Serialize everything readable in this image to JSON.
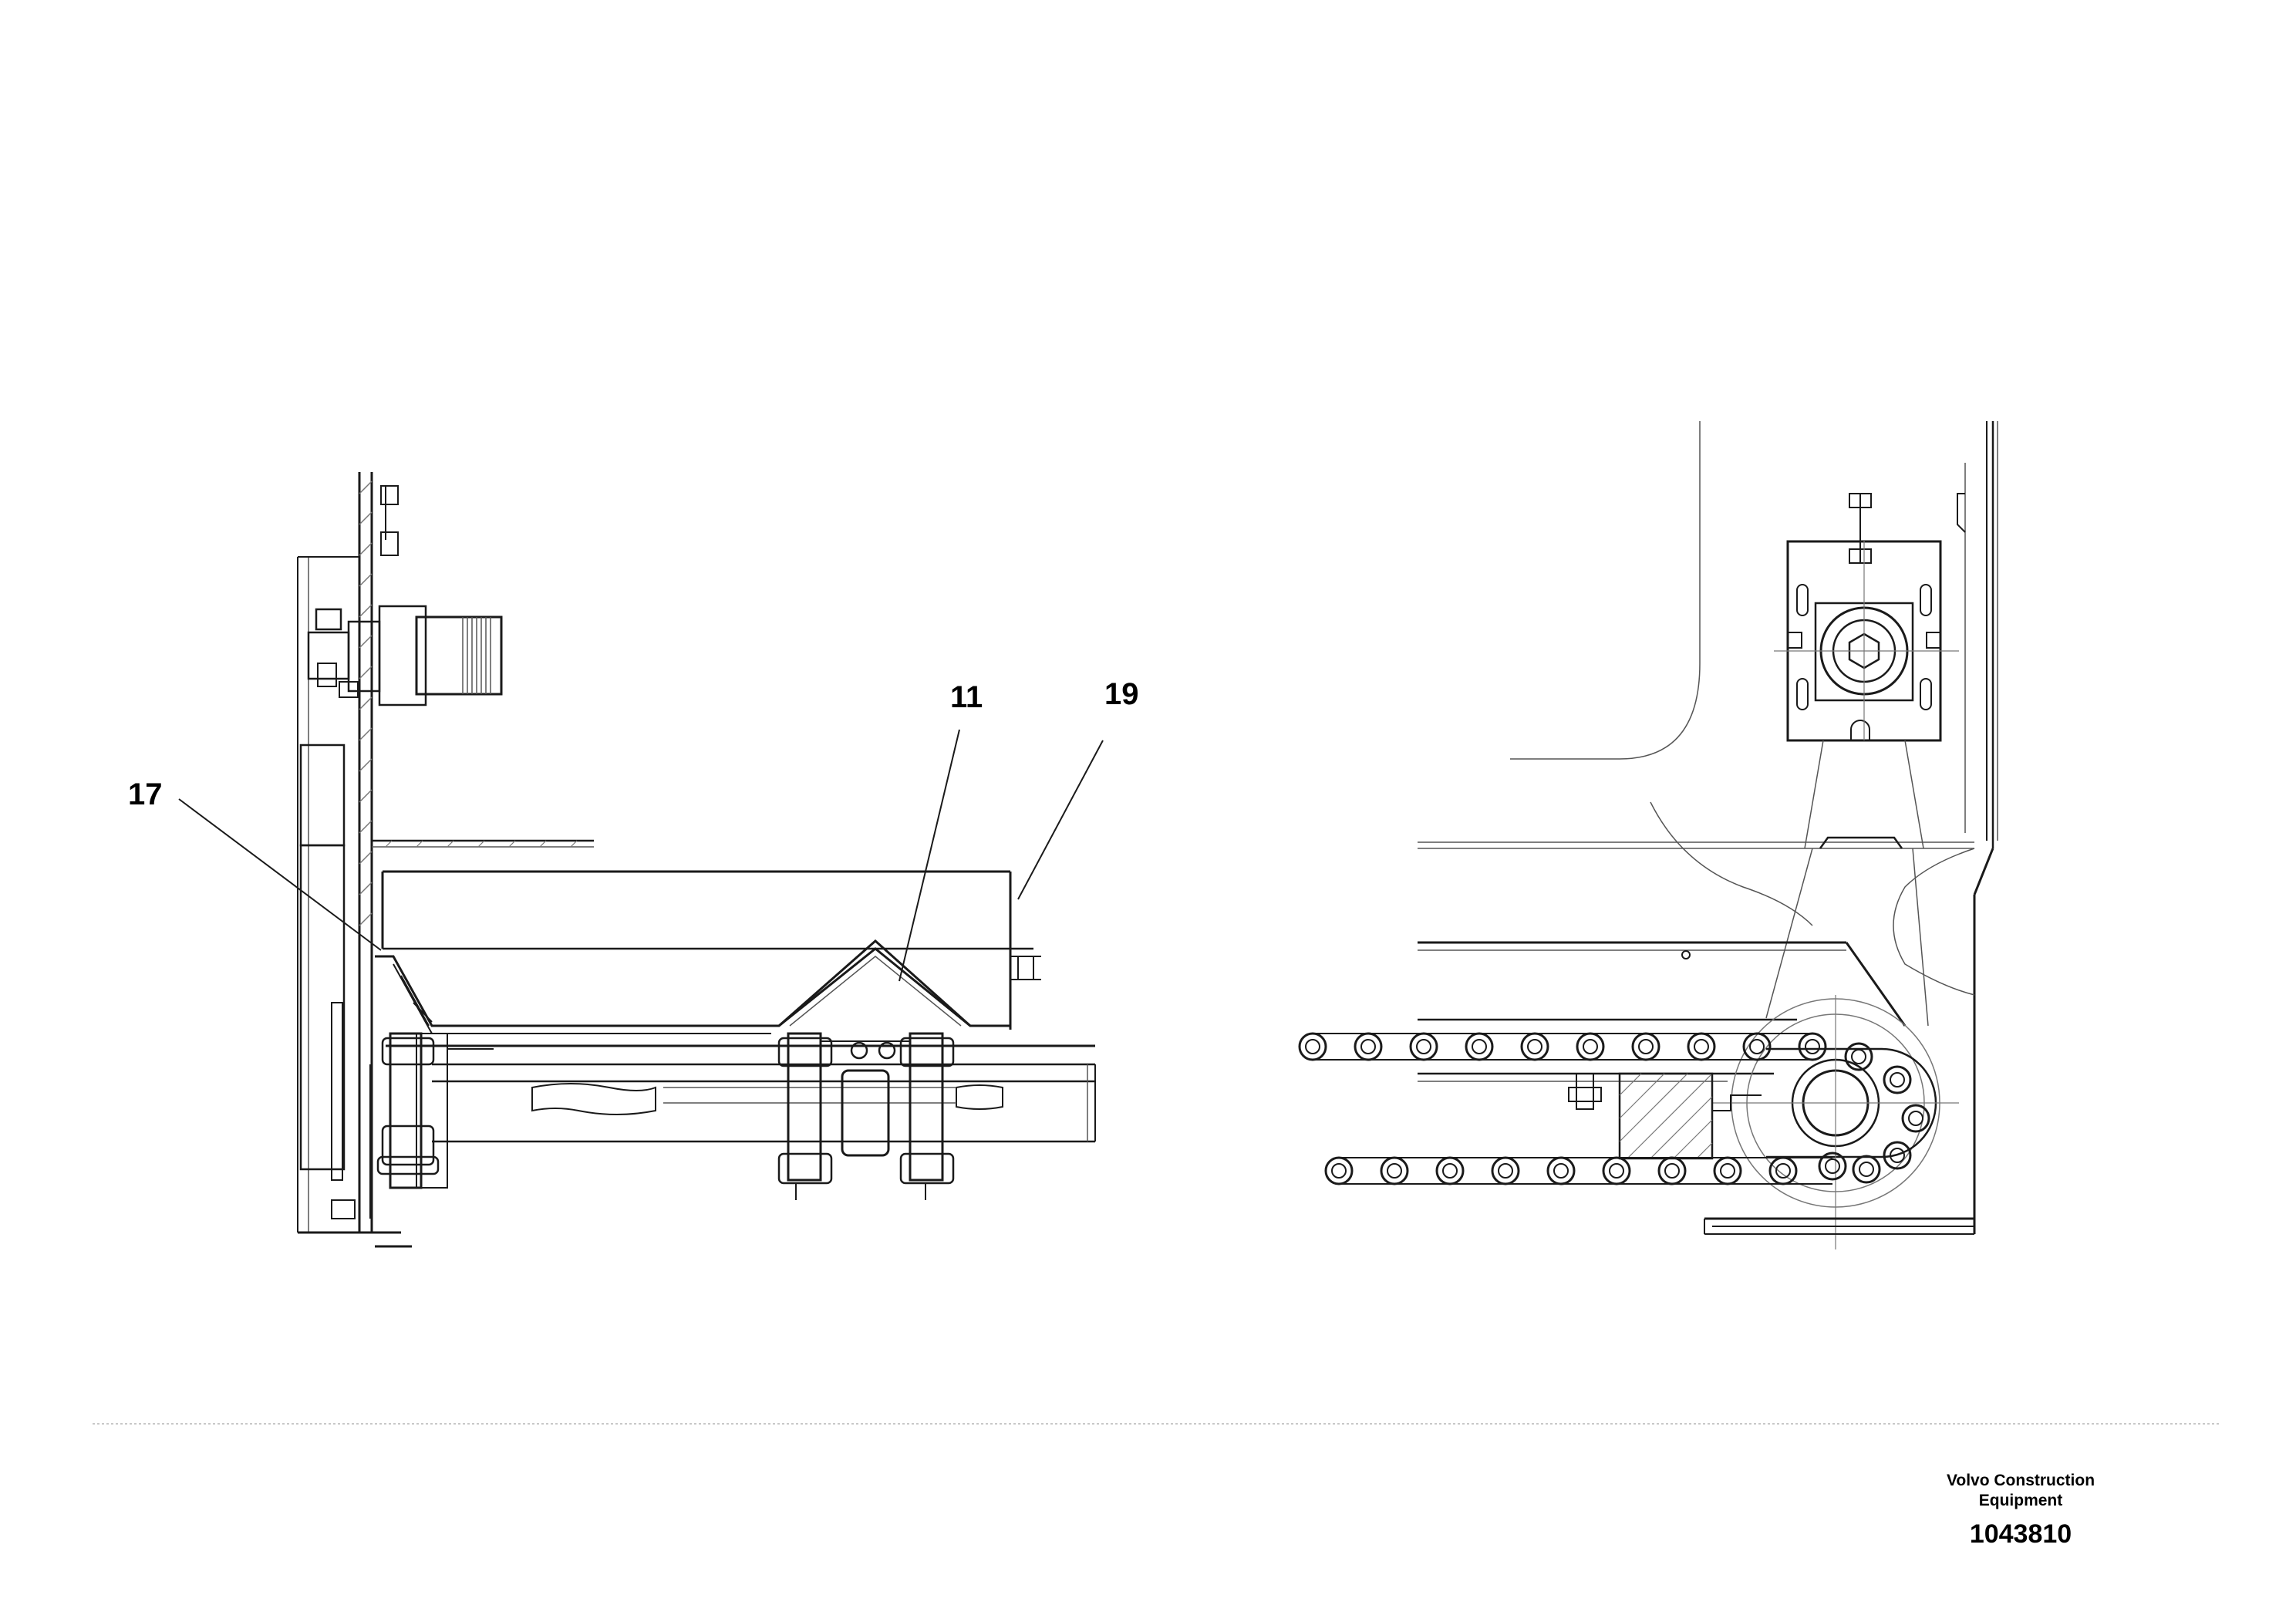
{
  "callouts": [
    {
      "id": "callout-17",
      "label": "17"
    },
    {
      "id": "callout-11",
      "label": "11"
    },
    {
      "id": "callout-19",
      "label": "19"
    }
  ],
  "footer": {
    "company_line1": "Volvo Construction",
    "company_line2": "Equipment",
    "drawing_number": "1043810"
  },
  "colors": {
    "line": "#1a1a1a",
    "thin_line": "#555555",
    "hatch": "#777777",
    "separator": "#c8c8c8"
  }
}
